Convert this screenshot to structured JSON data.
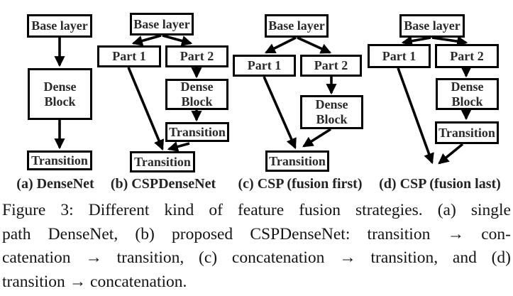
{
  "figure": {
    "panels": [
      {
        "id": "a",
        "label": "(a) DenseNet",
        "nodes": {
          "base": "Base layer",
          "dense": "Dense Block",
          "transition": "Transition"
        },
        "edges": [
          "base->dense",
          "dense->transition"
        ]
      },
      {
        "id": "b",
        "label": "(b) CSPDenseNet",
        "nodes": {
          "base": "Base layer",
          "part1": "Part 1",
          "part2": "Part 2",
          "dense": "Dense Block",
          "transition1": "Transition",
          "transition2": "Transition"
        },
        "edges": [
          "base->part1",
          "base->part2",
          "part2->dense",
          "dense->transition1",
          "part1->transition2",
          "transition1->transition2"
        ]
      },
      {
        "id": "c",
        "label": "(c) CSP (fusion first)",
        "nodes": {
          "base": "Base layer",
          "part1": "Part 1",
          "part2": "Part 2",
          "dense": "Dense Block",
          "transition": "Transition"
        },
        "edges": [
          "base->part1",
          "base->part2",
          "part2->dense",
          "part1->transition",
          "dense->transition"
        ]
      },
      {
        "id": "d",
        "label": "(d) CSP (fusion last)",
        "nodes": {
          "base": "Base layer",
          "part1": "Part 1",
          "part2": "Part 2",
          "dense": "Dense Block",
          "transition": "Transition"
        },
        "edges": [
          "base->part1",
          "base->part2",
          "part2->dense",
          "dense->transition",
          "part1->merge",
          "transition->merge"
        ]
      }
    ],
    "caption": {
      "lines": [
        "Figure 3:  Different kind of feature fusion strategies.  (a) single",
        "path DenseNet, (b) proposed CSPDenseNet:  transition → con-",
        "catenation → transition, (c) concatenation → transition, and (d)",
        "transition → concatenation."
      ]
    },
    "colors": {
      "ink": "#000000",
      "text": "#2a2a2a",
      "background": "#ffffff"
    }
  }
}
